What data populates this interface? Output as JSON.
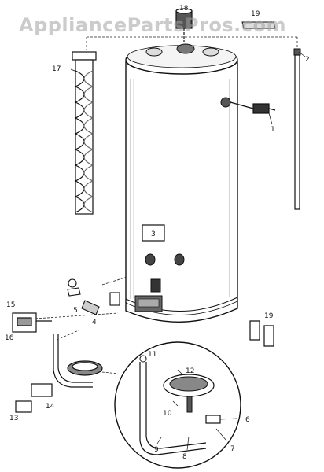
{
  "watermark": "AppliancePartsPros.com",
  "labels": {
    "n1": "1",
    "n2": "2",
    "n3": "3",
    "n4": "4",
    "n5": "5",
    "n6": "6",
    "n7": "7",
    "n8": "8",
    "n9": "9",
    "n10": "10",
    "n11": "11",
    "n12": "12",
    "n13": "13",
    "n14": "14",
    "n15": "15",
    "n16": "16",
    "n17": "17",
    "n18": "18",
    "n19a": "19",
    "n19b": "19"
  },
  "colors": {
    "line": "#111111",
    "shade": "#9a9a9a",
    "paper": "#ffffff"
  }
}
